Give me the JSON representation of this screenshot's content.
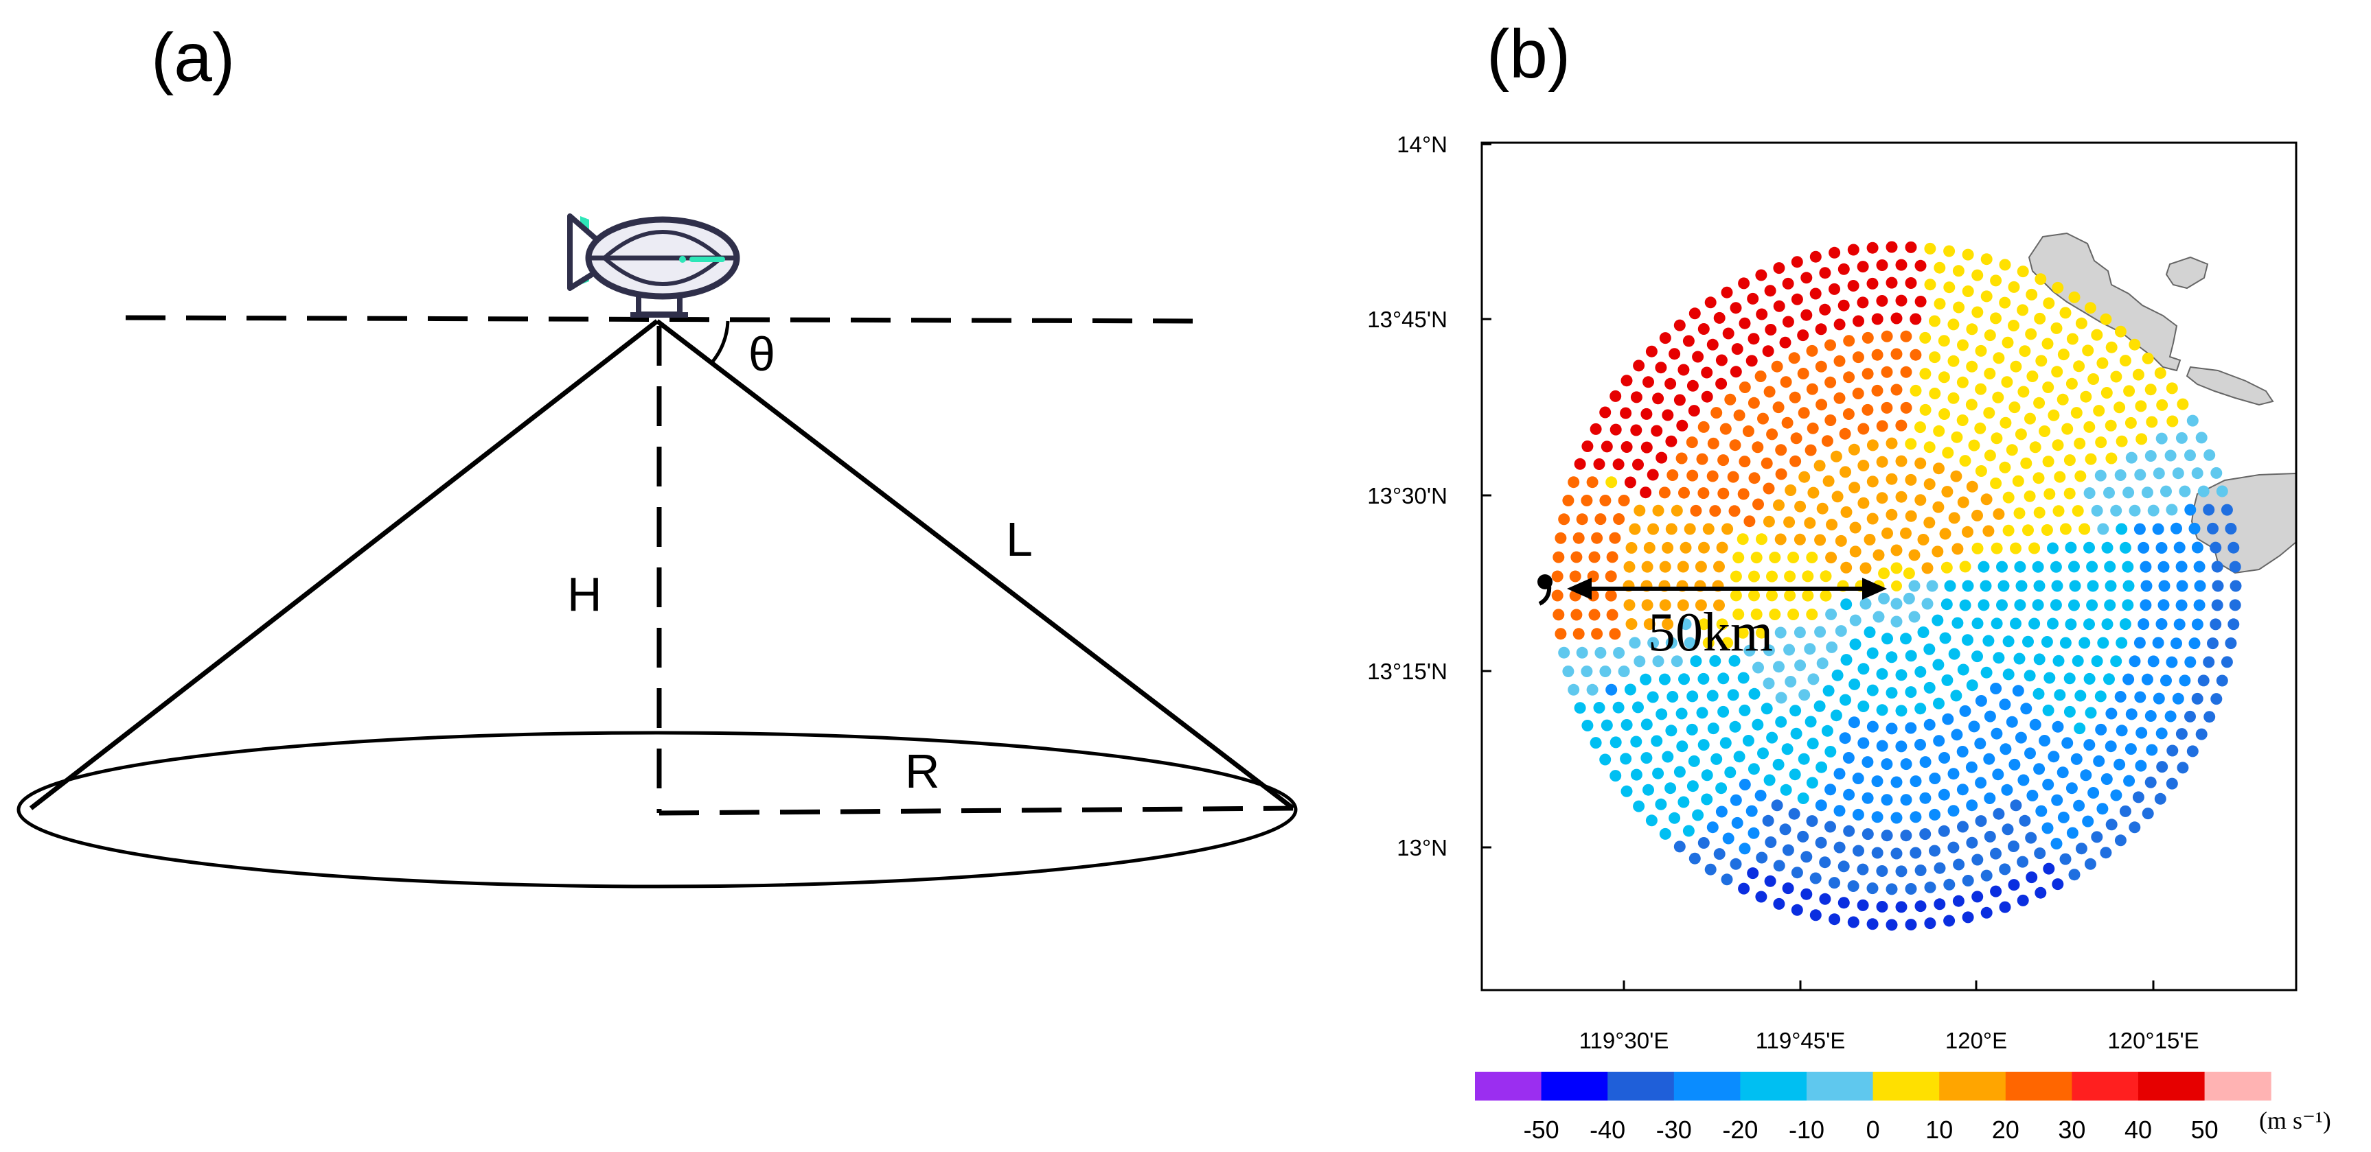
{
  "panel_a": {
    "label": "(a)",
    "labels": {
      "theta": "θ",
      "H": "H",
      "L": "L",
      "R": "R"
    },
    "icons": [
      "airship-icon"
    ]
  },
  "panel_b": {
    "label": "(b)",
    "y_ticks": [
      "14°N",
      "13°45'N",
      "13°30'N",
      "13°15'N",
      "13°N"
    ],
    "x_ticks": [
      "119°30'E",
      "119°45'E",
      "120°E",
      "120°15'E"
    ],
    "scale_bar_label": "50km",
    "colorbar": {
      "colors": [
        "#9b2ef0",
        "#0000ff",
        "#1f5fd9",
        "#0a8cff",
        "#00bff2",
        "#5fc8ee",
        "#ffe000",
        "#ffa500",
        "#ff6600",
        "#ff1f1f",
        "#e60000",
        "#ffb3b3"
      ],
      "ticks": [
        "-50",
        "-40",
        "-30",
        "-20",
        "-10",
        "0",
        "10",
        "20",
        "30",
        "40",
        "50"
      ],
      "units": "(m s⁻¹)"
    },
    "land_color": "#d3d3d3"
  }
}
